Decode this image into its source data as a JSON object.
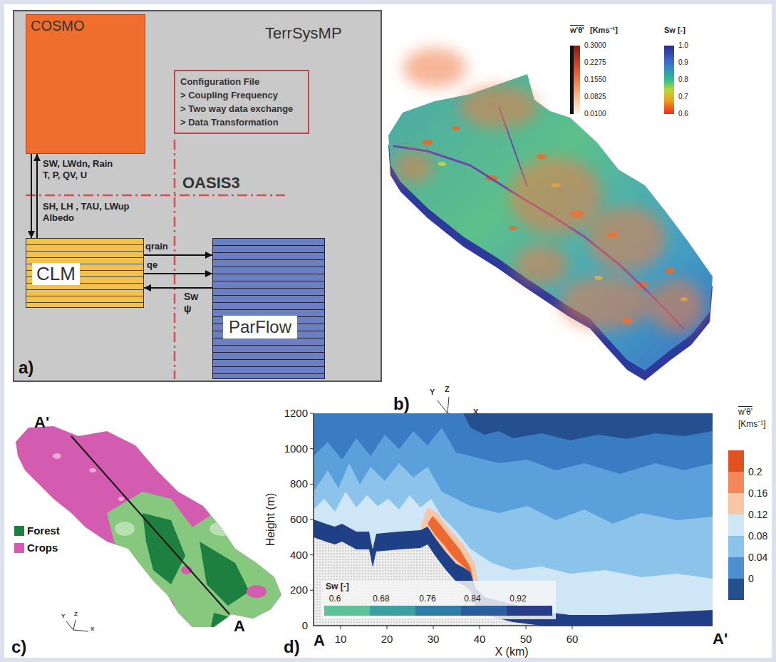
{
  "diagram": {
    "nodes": [
      {
        "text": [
          "TerrSysMP"
        ]
      },
      {
        "text": [
          "COSMO"
        ],
        "in": 0
      },
      {
        "text": [
          "Configuration File",
          "> Coupling Frequency",
          "> Two way data exchange",
          "> Data Transformation"
        ],
        "in": 0
      },
      {
        "text": [
          "CLM"
        ],
        "in": 0
      },
      {
        "text": [
          "ParFlow"
        ],
        "in": 0
      }
    ],
    "edges": [
      {
        "from": 1,
        "to": 3,
        "arrow": "to",
        "label": "SW, LWdn, Rain T, P, QV, U"
      },
      {
        "from": 3,
        "to": 1,
        "arrow": "to",
        "label": "SH, LH , TAU, LWup Albedo"
      },
      {
        "from": 3,
        "to": 4,
        "arrow": "to",
        "label": "qrain"
      },
      {
        "from": 3,
        "to": 4,
        "arrow": "to",
        "label": "qe"
      },
      {
        "from": 4,
        "to": 3,
        "arrow": "to",
        "label": "Sw ψ"
      }
    ],
    "labels": [
      "OASIS3",
      "a)",
      "w'θ'",
      "[Kms⁻¹]",
      "0.3000",
      "0.2275",
      "0.1550",
      "0.0825",
      "0.0100",
      "Sw [-]",
      "1.0",
      "0.9",
      "0.8",
      "0.7",
      "0.6",
      "Y",
      "Z",
      "X",
      "b)",
      "A'",
      "A",
      "Y",
      "Z",
      "X",
      "c)",
      "1200",
      "1000",
      "800",
      "600",
      "400",
      "200",
      "0",
      "Height (m)",
      "A",
      "10",
      "20",
      "30",
      "40",
      "50",
      "60",
      "A'",
      "X (km)",
      "d)",
      "w'θ'",
      "[Kms⁻¹]",
      "0.2",
      "0.16",
      "0.12",
      "0.08",
      "0.04",
      "0",
      "Sw [-]",
      "0.6",
      "0.68",
      "0.76",
      "0.84",
      "0.92"
    ],
    "legend": [
      {
        "text": "Forest",
        "color": "#1e8040"
      },
      {
        "text": "Crops",
        "color": "#d45cb0"
      }
    ]
  }
}
